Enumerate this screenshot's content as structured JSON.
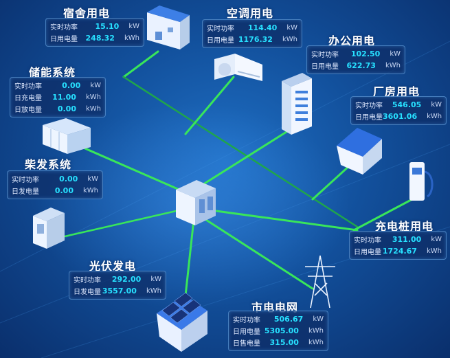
{
  "nodes": {
    "dorm": {
      "title": "宿舍用电",
      "rows": [
        {
          "label": "实时功率",
          "value": "15.10",
          "unit": "kW"
        },
        {
          "label": "日用电量",
          "value": "248.32",
          "unit": "kWh"
        }
      ]
    },
    "aircon": {
      "title": "空调用电",
      "rows": [
        {
          "label": "实时功率",
          "value": "114.40",
          "unit": "kW"
        },
        {
          "label": "日用电量",
          "value": "1176.32",
          "unit": "kWh"
        }
      ]
    },
    "office": {
      "title": "办公用电",
      "rows": [
        {
          "label": "实时功率",
          "value": "102.50",
          "unit": "kW"
        },
        {
          "label": "日用电量",
          "value": "622.73",
          "unit": "kWh"
        }
      ]
    },
    "storage": {
      "title": "储能系统",
      "rows": [
        {
          "label": "实时功率",
          "value": "0.00",
          "unit": "kW"
        },
        {
          "label": "日充电量",
          "value": "11.00",
          "unit": "kWh"
        },
        {
          "label": "日放电量",
          "value": "0.00",
          "unit": "kWh"
        }
      ]
    },
    "factory": {
      "title": "厂房用电",
      "rows": [
        {
          "label": "实时功率",
          "value": "546.05",
          "unit": "kW"
        },
        {
          "label": "日用电量",
          "value": "3601.06",
          "unit": "kWh"
        }
      ]
    },
    "diesel": {
      "title": "柴发系统",
      "rows": [
        {
          "label": "实时功率",
          "value": "0.00",
          "unit": "kW"
        },
        {
          "label": "日发电量",
          "value": "0.00",
          "unit": "kWh"
        }
      ]
    },
    "charging": {
      "title": "充电桩用电",
      "rows": [
        {
          "label": "实时功率",
          "value": "311.00",
          "unit": "kW"
        },
        {
          "label": "日用电量",
          "value": "1724.67",
          "unit": "kWh"
        }
      ]
    },
    "pv": {
      "title": "光伏发电",
      "rows": [
        {
          "label": "实时功率",
          "value": "292.00",
          "unit": "kW"
        },
        {
          "label": "日发电量",
          "value": "3557.00",
          "unit": "kWh"
        }
      ]
    },
    "grid": {
      "title": "市电电网",
      "rows": [
        {
          "label": "实时功率",
          "value": "506.67",
          "unit": "kW"
        },
        {
          "label": "日用电量",
          "value": "5305.00",
          "unit": "kWh"
        },
        {
          "label": "日售电量",
          "value": "315.00",
          "unit": "kWh"
        }
      ]
    }
  },
  "colors": {
    "line_bright": "#39e65a",
    "line_dim": "#1fa64a",
    "value": "#27e0ff",
    "panel_border": "#78beff"
  }
}
